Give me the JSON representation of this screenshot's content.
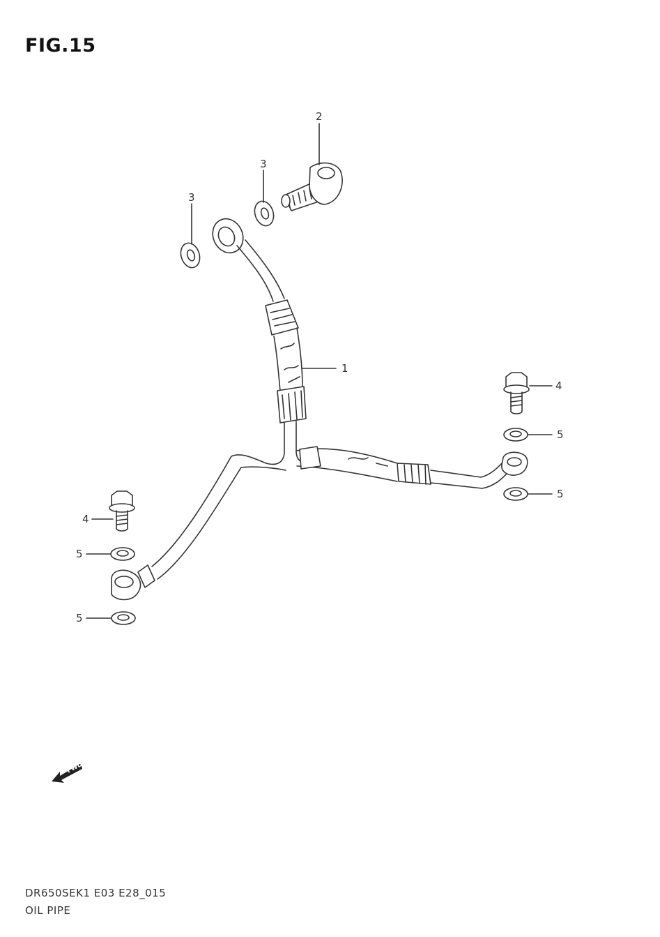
{
  "figure": {
    "title": "FIG.15"
  },
  "callouts": {
    "oil_pipe": "1",
    "union_bolt": "2",
    "gasket_upper": "3",
    "gasket_left": "3",
    "bolt_right": "4",
    "bolt_left": "4",
    "washer_right_upper": "5",
    "washer_right_lower": "5",
    "washer_left_upper": "5",
    "washer_left_lower": "5"
  },
  "fwd_arrow": {
    "label": "FWD",
    "icon": "fwd-arrow-icon"
  },
  "footer": {
    "model_code": "DR650SEK1 E03 E28_015",
    "part_group": "OIL PIPE"
  },
  "colors": {
    "line": "#333333",
    "background": "#ffffff"
  }
}
